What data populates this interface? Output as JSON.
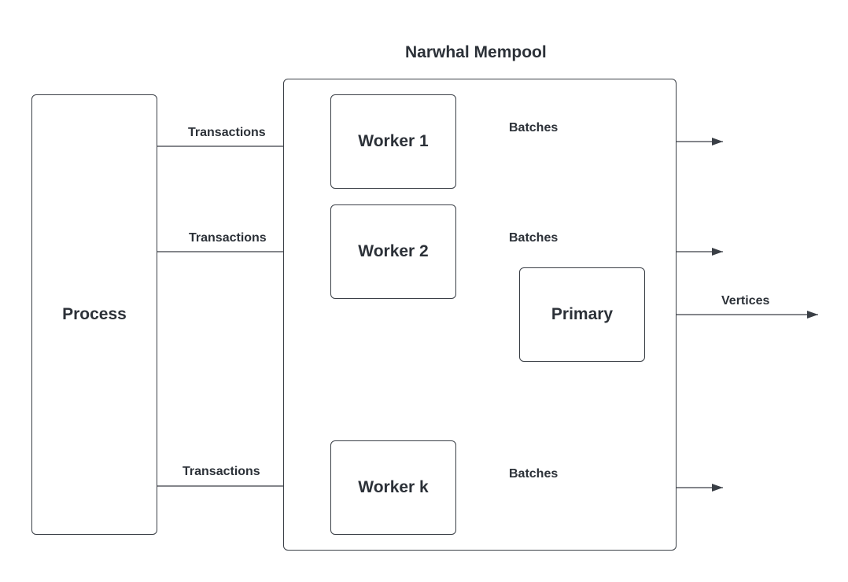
{
  "diagram": {
    "title": "Narwhal Mempool",
    "nodes": {
      "process": "Process",
      "worker_1": "Worker 1",
      "worker_2": "Worker 2",
      "worker_k": "Worker k",
      "primary": "Primary"
    },
    "edges": {
      "tx_1": "Transactions",
      "tx_2": "Transactions",
      "tx_k": "Transactions",
      "batches_1": "Batches",
      "batches_2": "Batches",
      "batches_k": "Batches",
      "vertices": "Vertices"
    },
    "colors": {
      "stroke": "#3a3f46",
      "text": "#2c3138",
      "background": "#ffffff"
    }
  }
}
